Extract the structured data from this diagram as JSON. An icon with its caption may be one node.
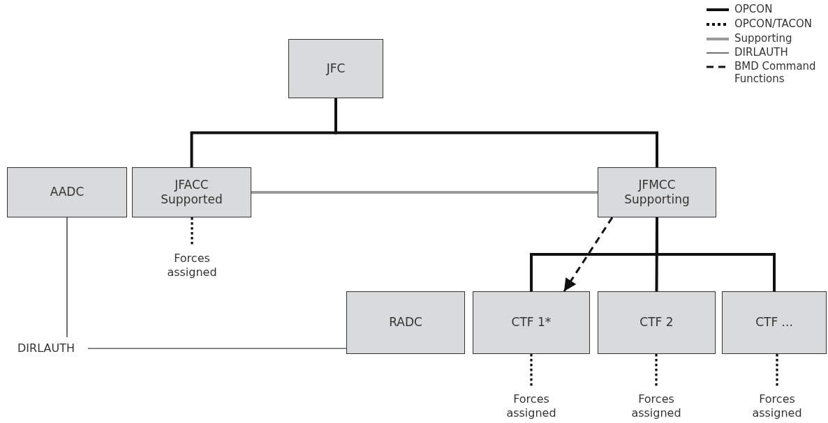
{
  "diagram": {
    "nodes": [
      {
        "text": [
          "JFC"
        ]
      },
      {
        "text": [
          "AADC"
        ]
      },
      {
        "text": [
          "JFACC Supported"
        ]
      },
      {
        "text": [
          "JFMCC Supporting"
        ]
      },
      {
        "text": [
          "Forces assigned"
        ]
      },
      {
        "text": [
          "DIRLAUTH"
        ]
      },
      {
        "text": [
          "RADC"
        ]
      },
      {
        "text": [
          "CTF 1*"
        ]
      },
      {
        "text": [
          "CTF 2"
        ]
      },
      {
        "text": [
          "CTF ..."
        ]
      },
      {
        "text": [
          "Forces assigned"
        ]
      },
      {
        "text": [
          "Forces assigned"
        ]
      },
      {
        "text": [
          "Forces assigned"
        ]
      }
    ],
    "edges": [
      {
        "from": 0,
        "to": 2,
        "arrow": "none"
      },
      {
        "from": 0,
        "to": 3,
        "arrow": "none"
      },
      {
        "from": 2,
        "to": 3,
        "arrow": "none",
        "color": "#999999"
      },
      {
        "from": 2,
        "to": 4,
        "arrow": "none",
        "style": "dashed"
      },
      {
        "from": 1,
        "to": 5,
        "arrow": "none"
      },
      {
        "from": 5,
        "to": 6,
        "arrow": "none"
      },
      {
        "from": 3,
        "to": 7,
        "arrow": "none"
      },
      {
        "from": 3,
        "to": 8,
        "arrow": "none"
      },
      {
        "from": 3,
        "to": 9,
        "arrow": "none"
      },
      {
        "from": 3,
        "to": 7,
        "arrow": "to",
        "style": "dashed"
      },
      {
        "from": 7,
        "to": 10,
        "arrow": "none",
        "style": "dashed"
      },
      {
        "from": 8,
        "to": 11,
        "arrow": "none",
        "style": "dashed"
      },
      {
        "from": 9,
        "to": 12,
        "arrow": "none",
        "style": "dashed"
      }
    ],
    "legend": [
      {
        "text": "OPCON"
      },
      {
        "text": "OPCON/TACON"
      },
      {
        "text": "Supporting"
      },
      {
        "text": "DIRLAUTH"
      },
      {
        "text": "BMD Command Functions"
      }
    ]
  }
}
